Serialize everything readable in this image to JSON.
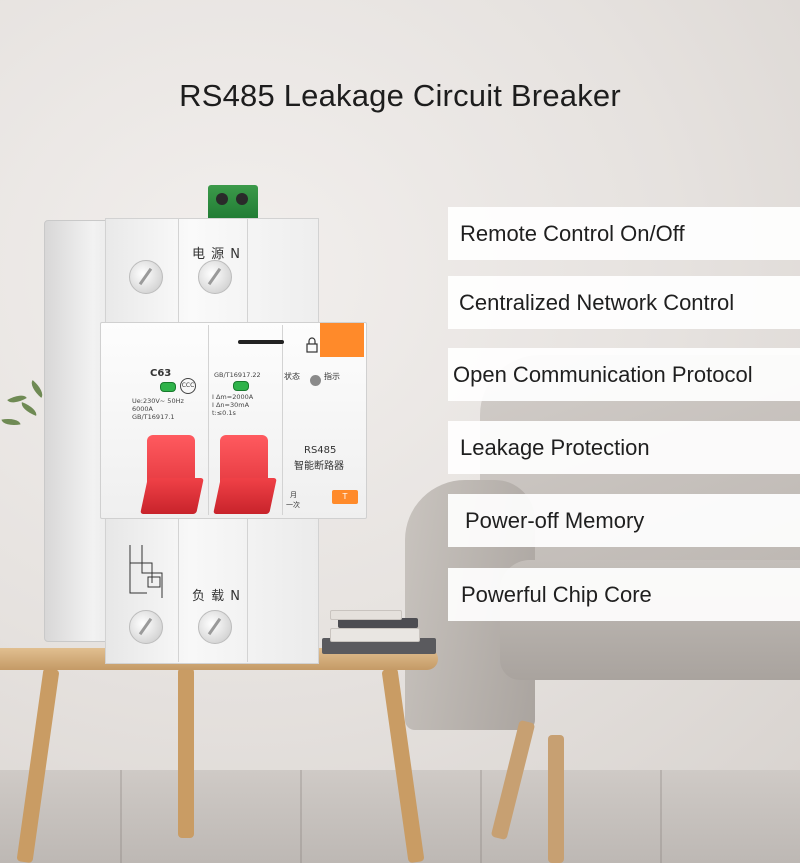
{
  "title": "RS485 Leakage Circuit Breaker",
  "features": [
    "Remote Control On/Off",
    "Centralized Network Control",
    "Open Communication Protocol",
    "Leakage Protection",
    "Power-off Memory",
    "Powerful Chip Core"
  ],
  "breaker_labels": {
    "top_label": "电 源 N",
    "bottom_label": "负 载 N",
    "rating": "C63",
    "specs_left": "Ue:230V~ 50Hz\n6000A\nGB/T16917.1",
    "specs_mid_title": "GB/T16917.22",
    "specs_mid": "I Δm=2000A\nI Δn=30mA\nt:≤0.1s",
    "status": "状态",
    "indicator": "指示",
    "model": "RS485",
    "product_name": "智能断路器",
    "test_button": "T",
    "side_text_1": "月",
    "side_text_2": "一次"
  },
  "colors": {
    "accent_red": "#e1353c",
    "accent_orange": "#ff8a2a",
    "terminal_green": "#2a8a3c",
    "feature_bg": "#ffffff"
  }
}
